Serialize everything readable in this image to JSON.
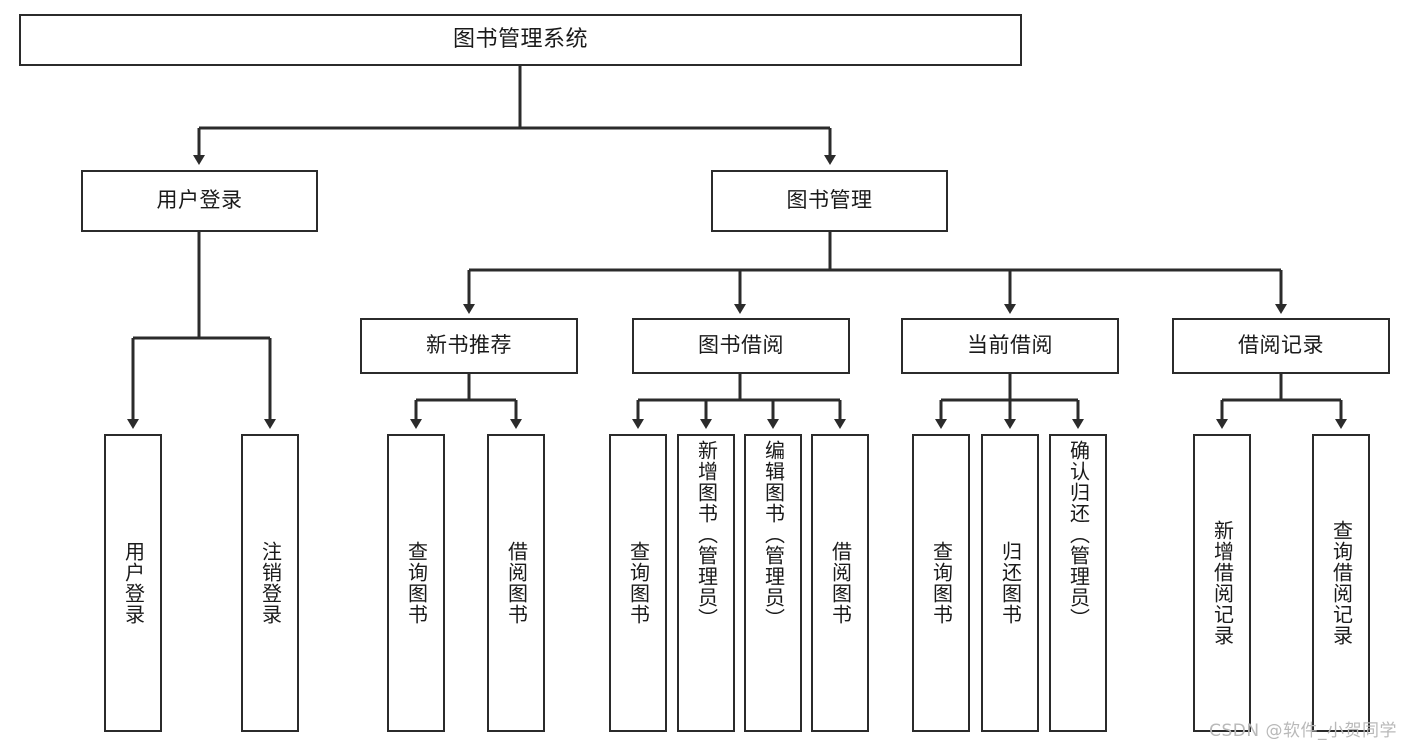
{
  "diagram": {
    "title": "图书管理系统",
    "type": "tree-hierarchy",
    "watermark": "CSDN @软件_小贺同学",
    "root": {
      "label": "图书管理系统"
    },
    "level2": [
      {
        "label": "用户登录"
      },
      {
        "label": "图书管理"
      }
    ],
    "level3": [
      {
        "label": "新书推荐"
      },
      {
        "label": "图书借阅"
      },
      {
        "label": "当前借阅"
      },
      {
        "label": "借阅记录"
      }
    ],
    "leaves": {
      "user_login": [
        {
          "label": "用户登录"
        },
        {
          "label": "注销登录"
        }
      ],
      "new_book_recommend": [
        {
          "label": "查询图书"
        },
        {
          "label": "借阅图书"
        }
      ],
      "book_borrow": [
        {
          "label": "查询图书"
        },
        {
          "label": "新增图书（管理员）"
        },
        {
          "label": "编辑图书（管理员）"
        },
        {
          "label": "借阅图书"
        }
      ],
      "current_borrow": [
        {
          "label": "查询图书"
        },
        {
          "label": "归还图书"
        },
        {
          "label": "确认归还（管理员）"
        }
      ],
      "borrow_record": [
        {
          "label": "新增借阅记录"
        },
        {
          "label": "查询借阅记录"
        }
      ]
    },
    "colors": {
      "stroke": "#2b2b2b",
      "fill": "#ffffff",
      "text": "#1a1a1a",
      "watermark": "#b9b9b9"
    }
  }
}
